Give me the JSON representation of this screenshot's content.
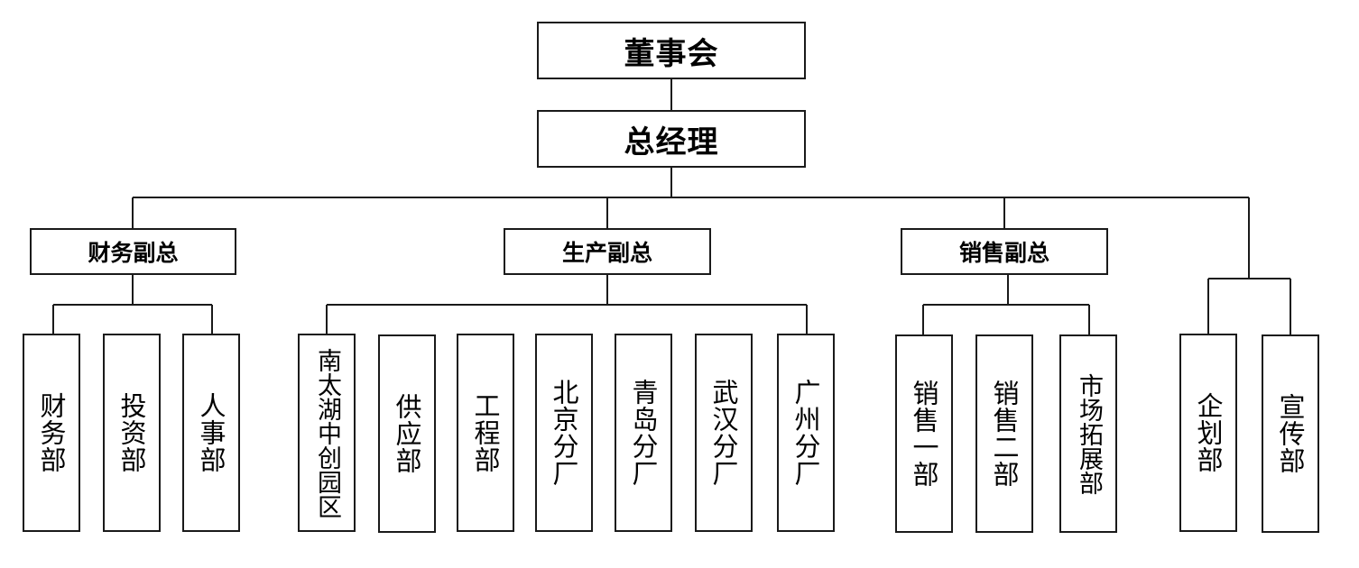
{
  "board": "董事会",
  "ceo": "总经理",
  "vps": {
    "finance": "财务副总",
    "production": "生产副总",
    "sales": "销售副总"
  },
  "departments": {
    "finance_dept": "财务部",
    "investment_dept": "投资部",
    "hr_dept": "人事部",
    "nantaihu_park": "南太湖中创园区",
    "supply_dept": "供应部",
    "engineering_dept": "工程部",
    "beijing_branch": "北京分厂",
    "qingdao_branch": "青岛分厂",
    "wuhan_branch": "武汉分厂",
    "guangzhou_branch": "广州分厂",
    "sales_1": "销售一部",
    "sales_2": "销售二部",
    "market_expansion": "市场拓展部",
    "planning_dept": "企划部",
    "publicity_dept": "宣传部"
  }
}
